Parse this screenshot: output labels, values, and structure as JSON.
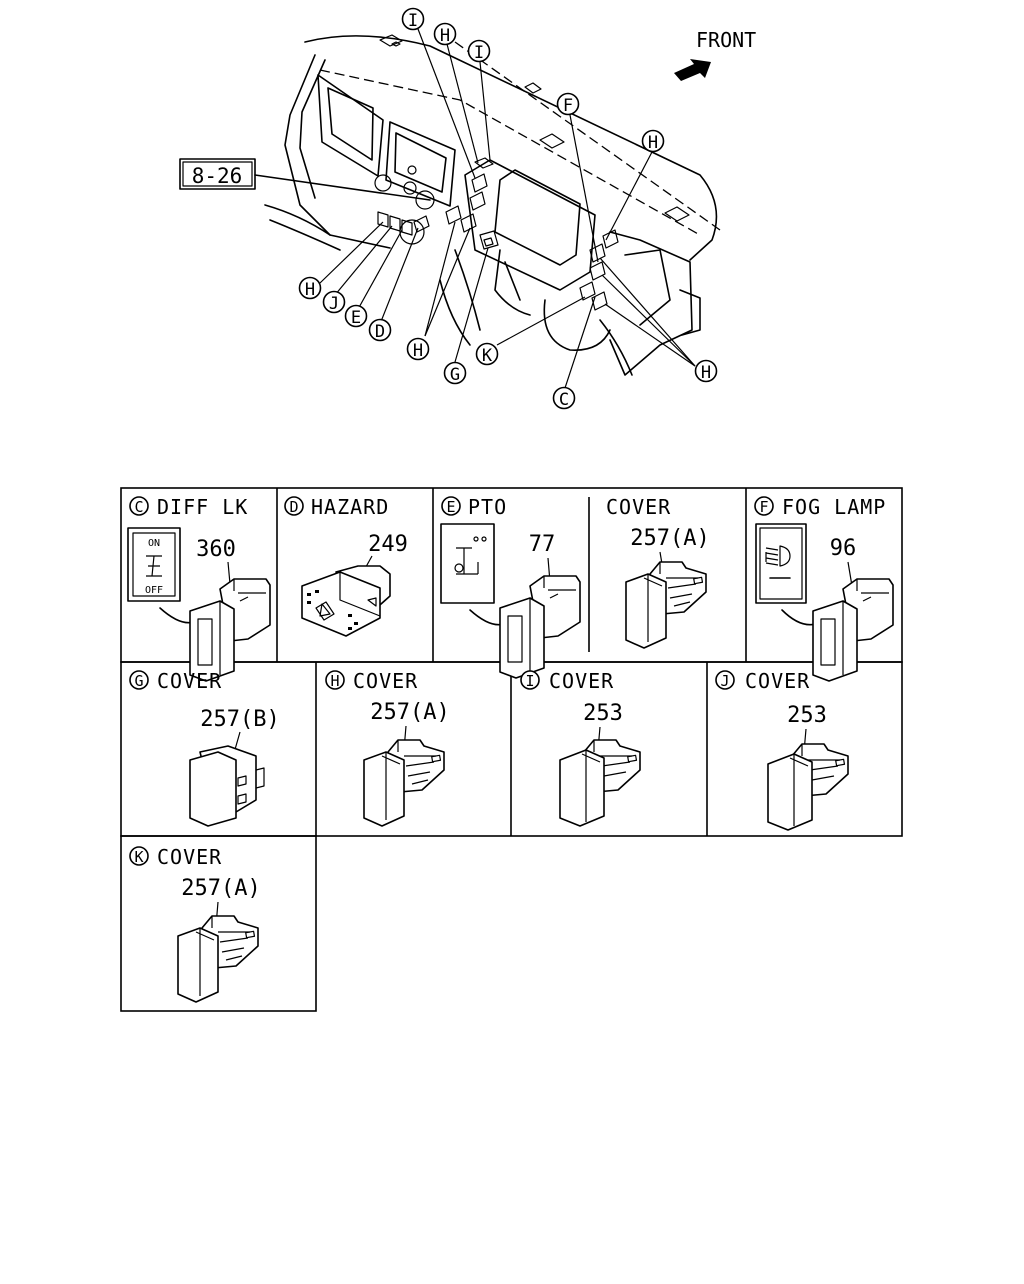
{
  "overview": {
    "front_label": "FRONT",
    "ref_box_label": "8-26",
    "callouts": [
      "I",
      "H",
      "I",
      "F",
      "H",
      "H",
      "J",
      "E",
      "D",
      "H",
      "G",
      "K",
      "H",
      "C"
    ]
  },
  "parts": [
    {
      "letter": "C",
      "name": "DIFF LK",
      "number": "360",
      "switch_on": "ON",
      "switch_off": "OFF"
    },
    {
      "letter": "D",
      "name": "HAZARD",
      "number": "249"
    },
    {
      "letter": "E",
      "name": "PTO",
      "number": "77"
    },
    {
      "letter": "",
      "name": "COVER",
      "number": "257(A)"
    },
    {
      "letter": "F",
      "name": "FOG LAMP",
      "number": "96"
    },
    {
      "letter": "G",
      "name": "COVER",
      "number": "257(B)"
    },
    {
      "letter": "H",
      "name": "COVER",
      "number": "257(A)"
    },
    {
      "letter": "I",
      "name": "COVER",
      "number": "253"
    },
    {
      "letter": "J",
      "name": "COVER",
      "number": "253"
    },
    {
      "letter": "K",
      "name": "COVER",
      "number": "257(A)"
    }
  ]
}
